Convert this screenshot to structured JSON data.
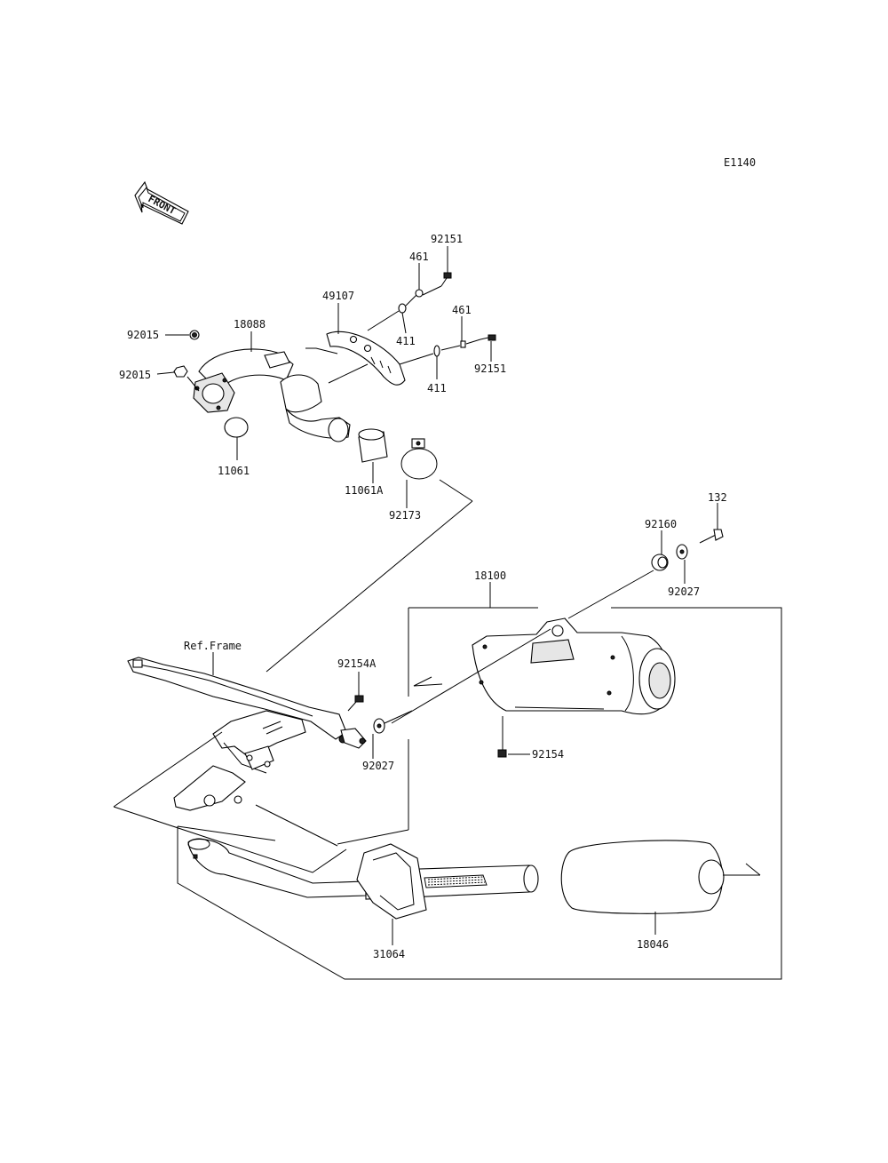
{
  "diagram_code": "E1140",
  "front_label": "FRONT",
  "parts": {
    "p92151_top": "92151",
    "p461_top": "461",
    "p49107": "49107",
    "p411_top": "411",
    "p461_right": "461",
    "p92151_right": "92151",
    "p411_right": "411",
    "p18088": "18088",
    "p92015_top": "92015",
    "p92015_bottom": "92015",
    "p11061": "11061",
    "p11061A": "11061A",
    "p92173": "92173",
    "p132": "132",
    "p92160": "92160",
    "p92027_top": "92027",
    "p18100": "18100",
    "ref_frame": "Ref.Frame",
    "p92154A": "92154A",
    "p92027_mid": "92027",
    "p92154": "92154",
    "p31064": "31064",
    "p18046": "18046"
  }
}
